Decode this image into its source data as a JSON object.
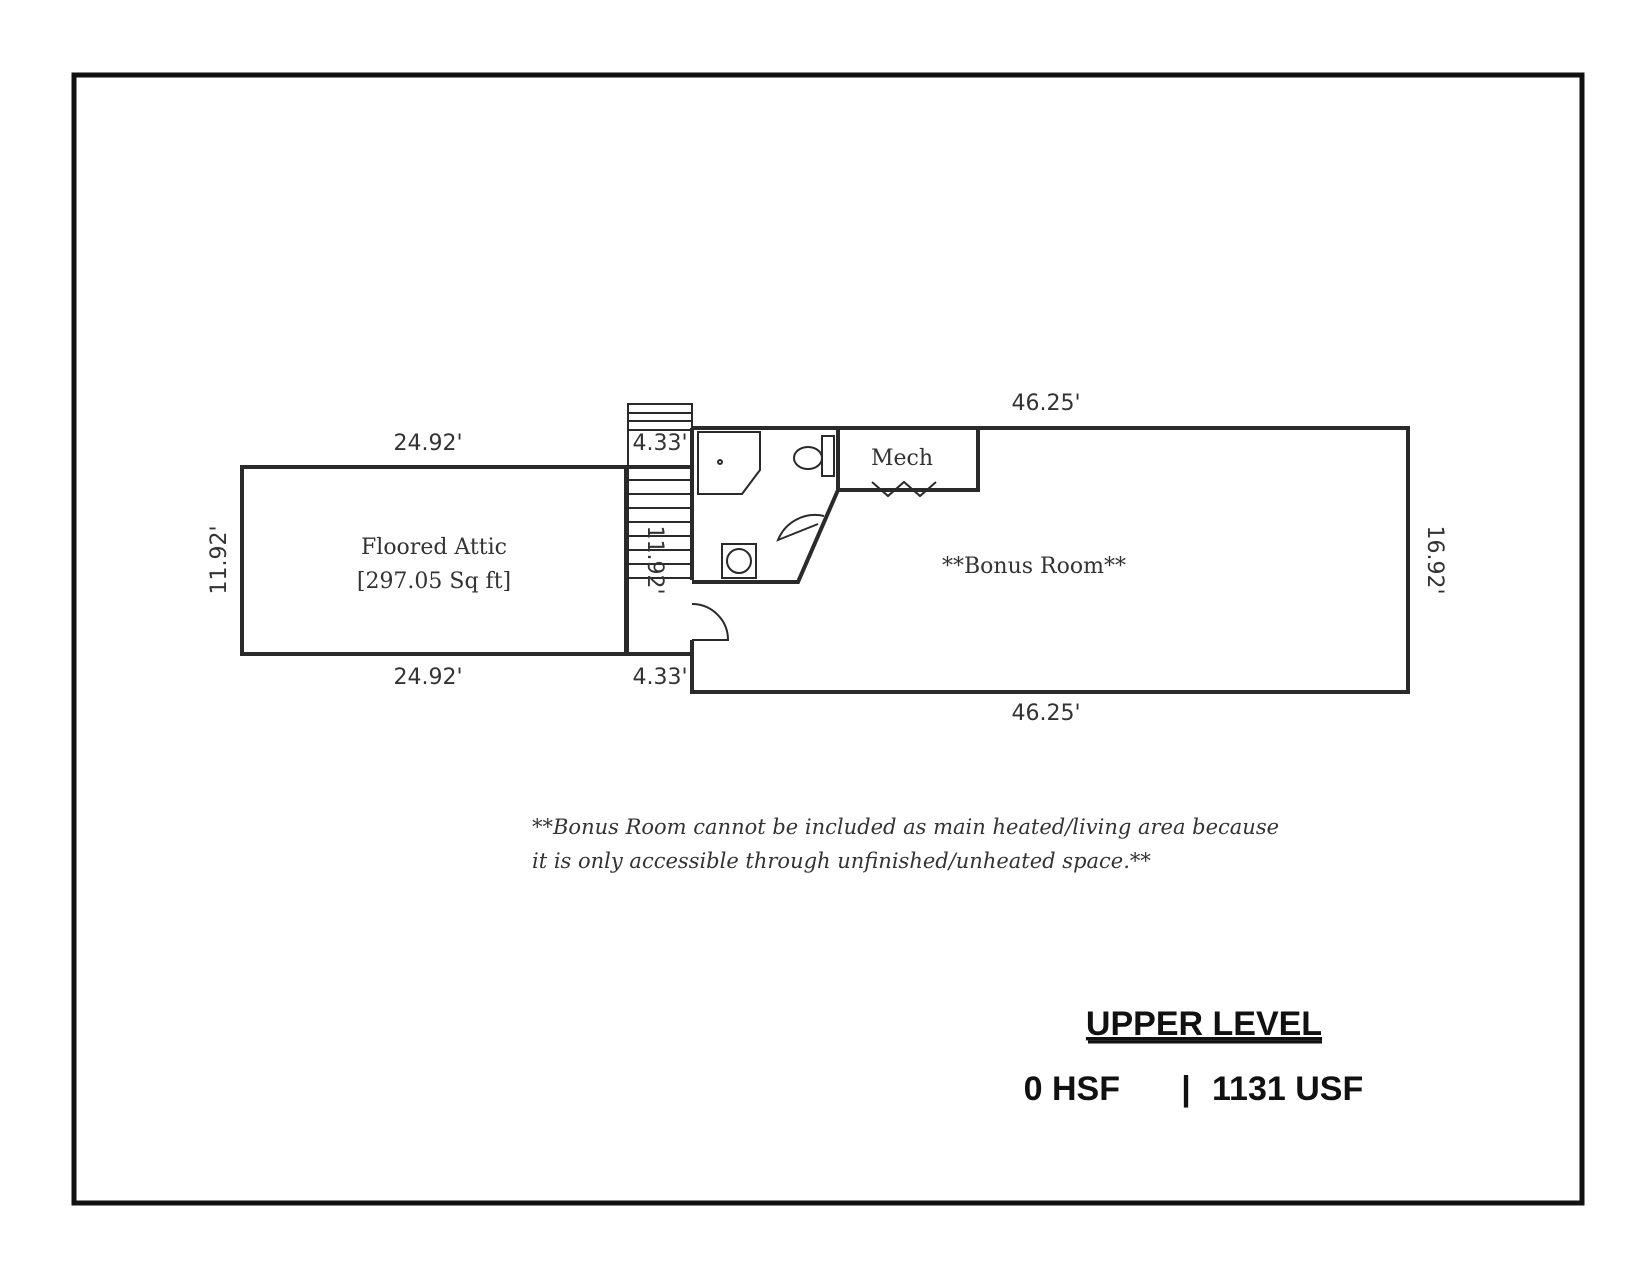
{
  "plan": {
    "attic": {
      "name": "Floored Attic",
      "area": "[297.05 Sq ft]",
      "top_dim": "24.92'",
      "bottom_dim": "24.92'",
      "side_dim": "11.92'"
    },
    "stair": {
      "top_dim": "4.33'",
      "bottom_dim": "4.33'",
      "side_dim": "11.92'"
    },
    "bonus": {
      "name": "**Bonus Room**",
      "top_dim": "46.25'",
      "bottom_dim": "46.25'",
      "side_dim": "16.92'"
    },
    "mech_label": "Mech"
  },
  "note": {
    "line1": "**Bonus Room cannot be included as main heated/living area because",
    "line2": "it is only accessible through unfinished/unheated space.**"
  },
  "summary": {
    "level": "UPPER LEVEL",
    "heated": "0 HSF",
    "separator": "|",
    "unheated": "1131 USF"
  }
}
